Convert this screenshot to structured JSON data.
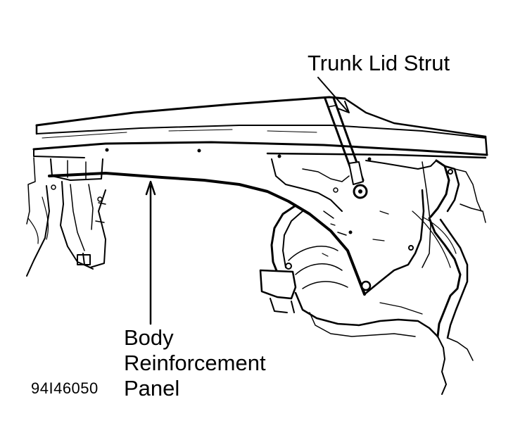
{
  "labels": {
    "trunk_lid_strut": "Trunk Lid Strut",
    "body_line1": "Body",
    "body_line2": "Reinforcement",
    "body_line3": "Panel",
    "figure_code": "94I46050"
  },
  "colors": {
    "ink": "#000000",
    "paper": "#ffffff"
  }
}
